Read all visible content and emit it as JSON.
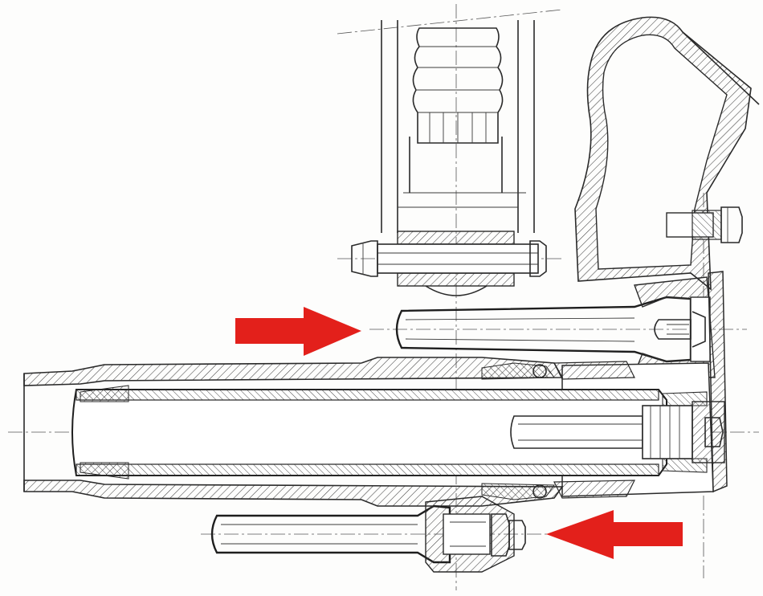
{
  "diagram": {
    "arrows": [
      {
        "id": "upper-arrow",
        "direction": "right"
      },
      {
        "id": "lower-arrow",
        "direction": "left"
      }
    ],
    "colors": {
      "arrow": "#e3201b",
      "line": "#2a2a2a",
      "hatch": "#444444",
      "paper": "#fdfdfc"
    }
  }
}
